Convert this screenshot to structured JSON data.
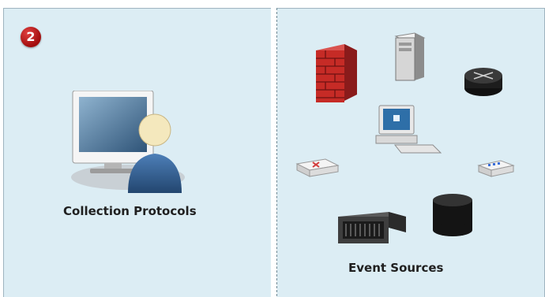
{
  "step": {
    "number": "2"
  },
  "left": {
    "label": "Collection Protocols"
  },
  "right": {
    "label": "Event Sources",
    "devices": [
      "firewall-icon",
      "server-tower-icon",
      "router-icon",
      "workstation-icon",
      "network-switch-small-icon",
      "network-switch-blue-icon",
      "rack-server-icon",
      "storage-cylinder-icon"
    ]
  },
  "colors": {
    "panel_background": "#dcedf4",
    "badge": "#c01818",
    "divider": "#6d8894"
  }
}
